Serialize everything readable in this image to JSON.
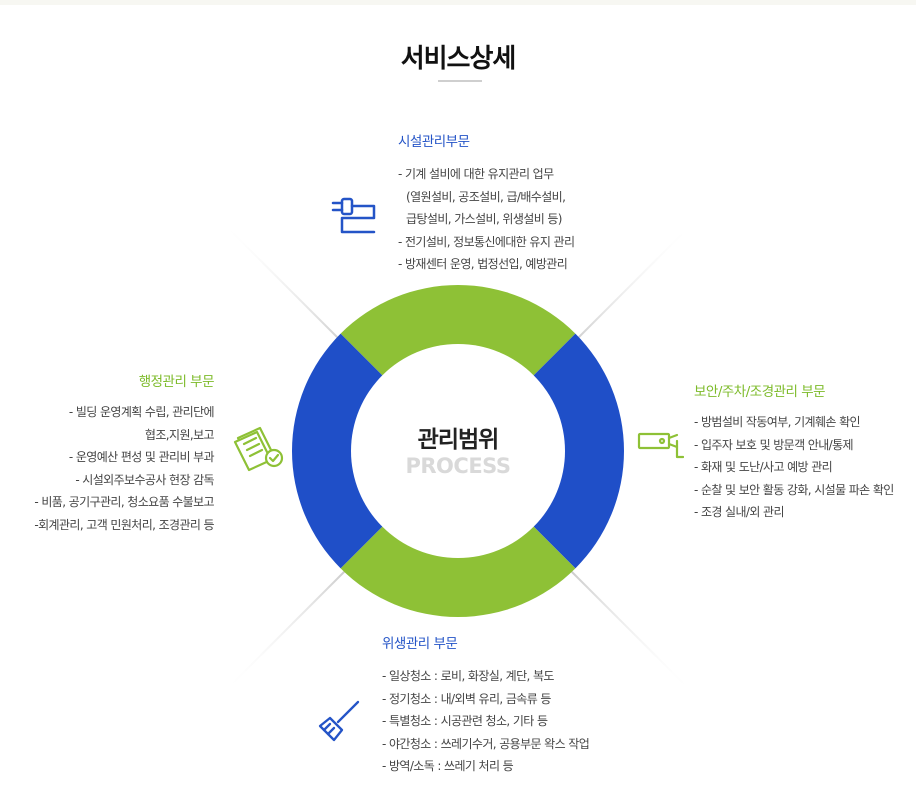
{
  "page": {
    "title": "서비스상세"
  },
  "center": {
    "title": "관리범위",
    "subtitle": "PROCESS"
  },
  "colors": {
    "blue": "#1f4fc8",
    "green": "#8ec136",
    "title_blue": "#2454c7",
    "title_green": "#7dbb2a"
  },
  "sections": {
    "facility": {
      "title": "시설관리부문",
      "icon": "plug-icon",
      "items": [
        "- 기계 설비에 대한 유지관리 업무",
        "(열원설비, 공조설비, 급/배수설비,",
        "급탕설비, 가스설비, 위생설비 등)",
        "- 전기설비, 정보통신에대한 유지 관리",
        "- 방재센터 운영, 법정선입, 예방관리"
      ]
    },
    "admin": {
      "title": "행정관리 부문",
      "icon": "document-check-icon",
      "items": [
        "- 빌딩 운영계획 수립, 관리단에",
        "협조,지원,보고",
        "- 운영예산 편성 및 관리비 부과",
        "- 시설외주보수공사 현장 감독",
        "- 비품, 공기구관리, 청소요품 수불보고",
        "-회계관리, 고객 민원처리, 조경관리 등"
      ]
    },
    "security": {
      "title": "보안/주차/조경관리 부문",
      "icon": "cctv-camera-icon",
      "items": [
        "- 방범설비 작동여부, 기계훼손 확인",
        "- 입주자 보호 및 방문객 안내/통제",
        "- 화재 및 도난/사고 예방 관리",
        "- 순찰 및 보안 활동 강화, 시설물 파손 확인",
        "- 조경 실내/외 관리"
      ]
    },
    "hygiene": {
      "title": "위생관리 부문",
      "icon": "broom-icon",
      "items": [
        "- 일상청소 : 로비, 화장실, 계단, 복도",
        "- 정기청소 : 내/외벽 유리, 금속류 등",
        "- 특별청소 : 시공관련 청소, 기타 등",
        "- 야간청소 : 쓰레기수거, 공용부문 왁스 작업",
        "- 방역/소독 : 쓰레기 처리 등"
      ]
    }
  }
}
